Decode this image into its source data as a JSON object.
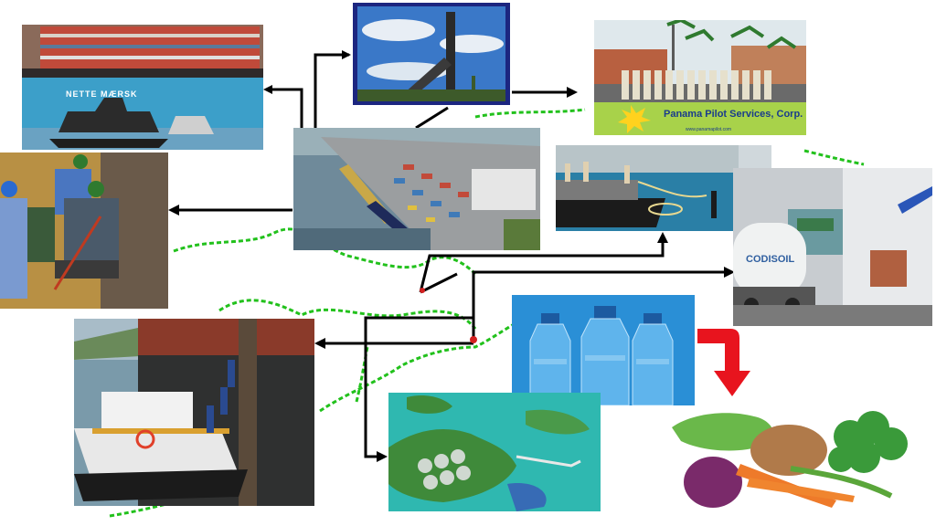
{
  "pilot_company": {
    "name": "Panama Pilot Services, Corp.",
    "url": "www.panamapilot.com"
  },
  "container_ship": {
    "hull_name": "NETTE MÆRSK"
  },
  "tanker_truck": {
    "brand": "CODISOIL"
  },
  "colors": {
    "arrow": "#000000",
    "down_arrow": "#e8141e",
    "route_line": "#22c11c",
    "water": "#2a8fd6",
    "dock": "#b08a3c"
  },
  "icons": {
    "center": "port-aerial-photo",
    "arrows": "black-connector-arrow",
    "highlight": "red-curved-down-arrow"
  }
}
